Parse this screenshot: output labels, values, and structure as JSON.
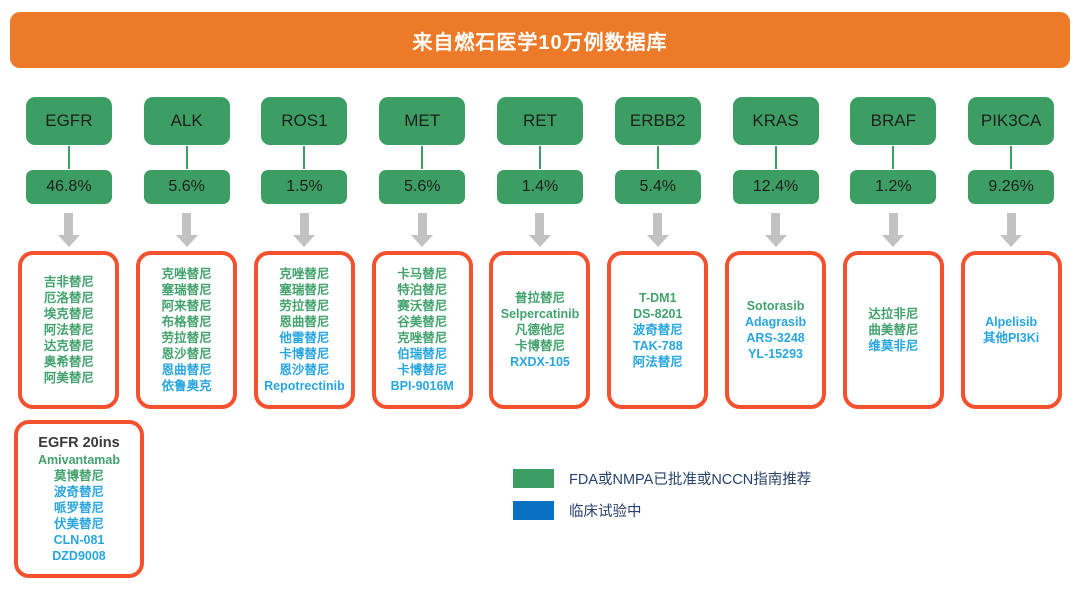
{
  "banner": {
    "title": "来自燃石医学10万例数据库"
  },
  "colors": {
    "banner_orange": "#EC7A28",
    "gene_green": "#3D9E63",
    "approved_text_green": "#43A26D",
    "trial_text_blue": "#29A6DF",
    "legend_trial_blue": "#0971C2",
    "box_border_red": "#F4522E",
    "arrow_gray": "#C2C2C2",
    "legend_text_navy": "#27426B"
  },
  "columns": [
    {
      "gene": "EGFR",
      "frequency": "46.8%",
      "drugs": [
        {
          "name": "吉非替尼",
          "status": "approved"
        },
        {
          "name": "厄洛替尼",
          "status": "approved"
        },
        {
          "name": "埃克替尼",
          "status": "approved"
        },
        {
          "name": "阿法替尼",
          "status": "approved"
        },
        {
          "name": "达克替尼",
          "status": "approved"
        },
        {
          "name": "奥希替尼",
          "status": "approved"
        },
        {
          "name": "阿美替尼",
          "status": "approved"
        }
      ]
    },
    {
      "gene": "ALK",
      "frequency": "5.6%",
      "drugs": [
        {
          "name": "克唑替尼",
          "status": "approved"
        },
        {
          "name": "塞瑞替尼",
          "status": "approved"
        },
        {
          "name": "阿来替尼",
          "status": "approved"
        },
        {
          "name": "布格替尼",
          "status": "approved"
        },
        {
          "name": "劳拉替尼",
          "status": "approved"
        },
        {
          "name": "恩沙替尼",
          "status": "approved"
        },
        {
          "name": "恩曲替尼",
          "status": "trial"
        },
        {
          "name": "依鲁奥克",
          "status": "trial"
        }
      ]
    },
    {
      "gene": "ROS1",
      "frequency": "1.5%",
      "drugs": [
        {
          "name": "克唑替尼",
          "status": "approved"
        },
        {
          "name": "塞瑞替尼",
          "status": "approved"
        },
        {
          "name": "劳拉替尼",
          "status": "approved"
        },
        {
          "name": "恩曲替尼",
          "status": "approved"
        },
        {
          "name": "他雷替尼",
          "status": "trial"
        },
        {
          "name": "卡博替尼",
          "status": "trial"
        },
        {
          "name": "恩沙替尼",
          "status": "trial"
        },
        {
          "name": "Repotrectinib",
          "status": "trial"
        }
      ]
    },
    {
      "gene": "MET",
      "frequency": "5.6%",
      "drugs": [
        {
          "name": "卡马替尼",
          "status": "approved"
        },
        {
          "name": "特泊替尼",
          "status": "approved"
        },
        {
          "name": "赛沃替尼",
          "status": "approved"
        },
        {
          "name": "谷美替尼",
          "status": "approved"
        },
        {
          "name": "克唑替尼",
          "status": "approved"
        },
        {
          "name": "伯瑞替尼",
          "status": "trial"
        },
        {
          "name": "卡博替尼",
          "status": "trial"
        },
        {
          "name": "BPI-9016M",
          "status": "trial"
        }
      ]
    },
    {
      "gene": "RET",
      "frequency": "1.4%",
      "drugs": [
        {
          "name": "普拉替尼",
          "status": "approved"
        },
        {
          "name": "Selpercatinib",
          "status": "approved"
        },
        {
          "name": "凡德他尼",
          "status": "approved"
        },
        {
          "name": "卡博替尼",
          "status": "approved"
        },
        {
          "name": "RXDX-105",
          "status": "trial"
        }
      ]
    },
    {
      "gene": "ERBB2",
      "frequency": "5.4%",
      "drugs": [
        {
          "name": "T-DM1",
          "status": "approved"
        },
        {
          "name": "DS-8201",
          "status": "approved"
        },
        {
          "name": "波奇替尼",
          "status": "trial"
        },
        {
          "name": "TAK-788",
          "status": "trial"
        },
        {
          "name": "阿法替尼",
          "status": "trial"
        }
      ]
    },
    {
      "gene": "KRAS",
      "frequency": "12.4%",
      "drugs": [
        {
          "name": "Sotorasib",
          "status": "approved"
        },
        {
          "name": "Adagrasib",
          "status": "trial"
        },
        {
          "name": "ARS-3248",
          "status": "trial"
        },
        {
          "name": "YL-15293",
          "status": "trial"
        }
      ]
    },
    {
      "gene": "BRAF",
      "frequency": "1.2%",
      "drugs": [
        {
          "name": "达拉非尼",
          "status": "approved"
        },
        {
          "name": "曲美替尼",
          "status": "approved"
        },
        {
          "name": "维莫非尼",
          "status": "trial"
        }
      ]
    },
    {
      "gene": "PIK3CA",
      "frequency": "9.26%",
      "drugs": [
        {
          "name": "Alpelisib",
          "status": "trial"
        },
        {
          "name": "其他PI3Ki",
          "status": "trial"
        }
      ]
    }
  ],
  "extra_box": {
    "title": "EGFR 20ins",
    "drugs": [
      {
        "name": "Amivantamab",
        "status": "approved"
      },
      {
        "name": "莫博替尼",
        "status": "approved"
      },
      {
        "name": "波奇替尼",
        "status": "trial"
      },
      {
        "name": "哌罗替尼",
        "status": "trial"
      },
      {
        "name": "伏美替尼",
        "status": "trial"
      },
      {
        "name": "CLN-081",
        "status": "trial"
      },
      {
        "name": "DZD9008",
        "status": "trial"
      }
    ]
  },
  "legend": [
    {
      "label": "FDA或NMPA已批准或NCCN指南推荐",
      "status": "approved"
    },
    {
      "label": "临床试验中",
      "status": "trial"
    }
  ]
}
